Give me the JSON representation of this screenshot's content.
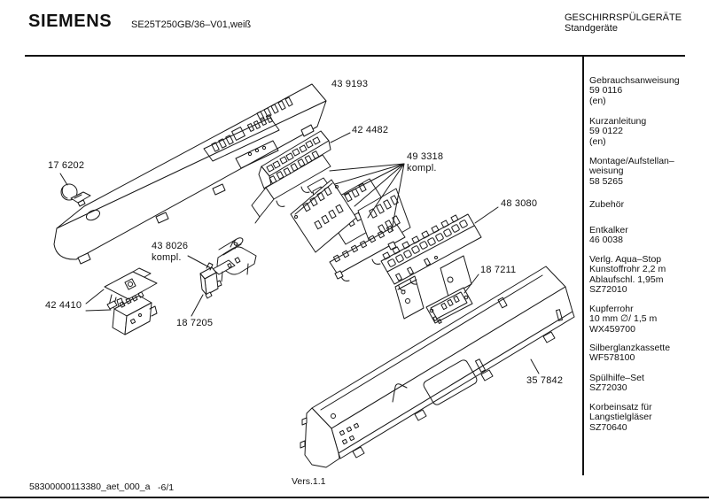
{
  "header": {
    "brand": "SIEMENS",
    "model": "SE25T250GB/36–V01,weiß",
    "product_line": "GESCHIRRSPÜLGERÄTE",
    "product_type": "Standgeräte"
  },
  "info_panel": {
    "documents": [
      "Gebrauchsanweisung\n59 0116\n(en)",
      "Kurzanleitung\n59 0122\n(en)",
      "Montage/Aufstellan–\nweisung\n58 5265"
    ],
    "accessories_heading": "Zubehör",
    "accessories": [
      "Entkalker\n46 0038",
      "Verlg. Aqua–Stop\nKunstoffrohr 2,2 m\nAblaufschl. 1,95m\nSZ72010",
      "Kupferrohr\n10 mm ∅/ 1,5 m\nWX459700",
      "Silberglanzkassette\nWF578100",
      "Spülhilfe–Set\nSZ72030",
      "Korbeinsatz für\nLangstielgläser\nSZ70640"
    ]
  },
  "diagram": {
    "version": "Vers.1.1",
    "part_labels": [
      {
        "ref": "43 9193"
      },
      {
        "ref": "42 4482"
      },
      {
        "ref": "49 3318\nkompl."
      },
      {
        "ref": "48 3080"
      },
      {
        "ref": "17 6202"
      },
      {
        "ref": "43 8026\nkompl."
      },
      {
        "ref": "42 4410"
      },
      {
        "ref": "18 7205"
      },
      {
        "ref": "18 7211"
      },
      {
        "ref": "35 7842"
      }
    ]
  },
  "footer": {
    "document_code": "58300000113380_aet_000_a",
    "sheet": "-6/1"
  },
  "colors": {
    "line": "#1a1a1a",
    "background": "#ffffff"
  }
}
